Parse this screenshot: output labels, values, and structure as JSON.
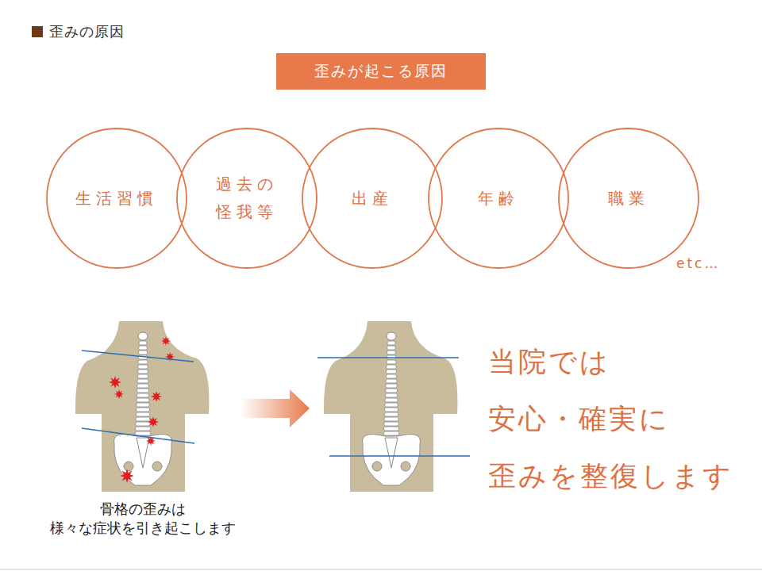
{
  "diagram": {
    "title": "歪みの原因",
    "nodes": [
      {
        "text": [
          "歪みが起こる原因"
        ]
      },
      {
        "text": [
          "生活習慣"
        ]
      },
      {
        "text": [
          "過去の 怪我等"
        ]
      },
      {
        "text": [
          "出産"
        ]
      },
      {
        "text": [
          "年齢"
        ]
      },
      {
        "text": [
          "職業"
        ]
      }
    ],
    "labels": [
      "etc…",
      "骨格の歪みは 様々な症状を引き起こします",
      "当院では 安心・確実に 歪みを整復します"
    ]
  }
}
